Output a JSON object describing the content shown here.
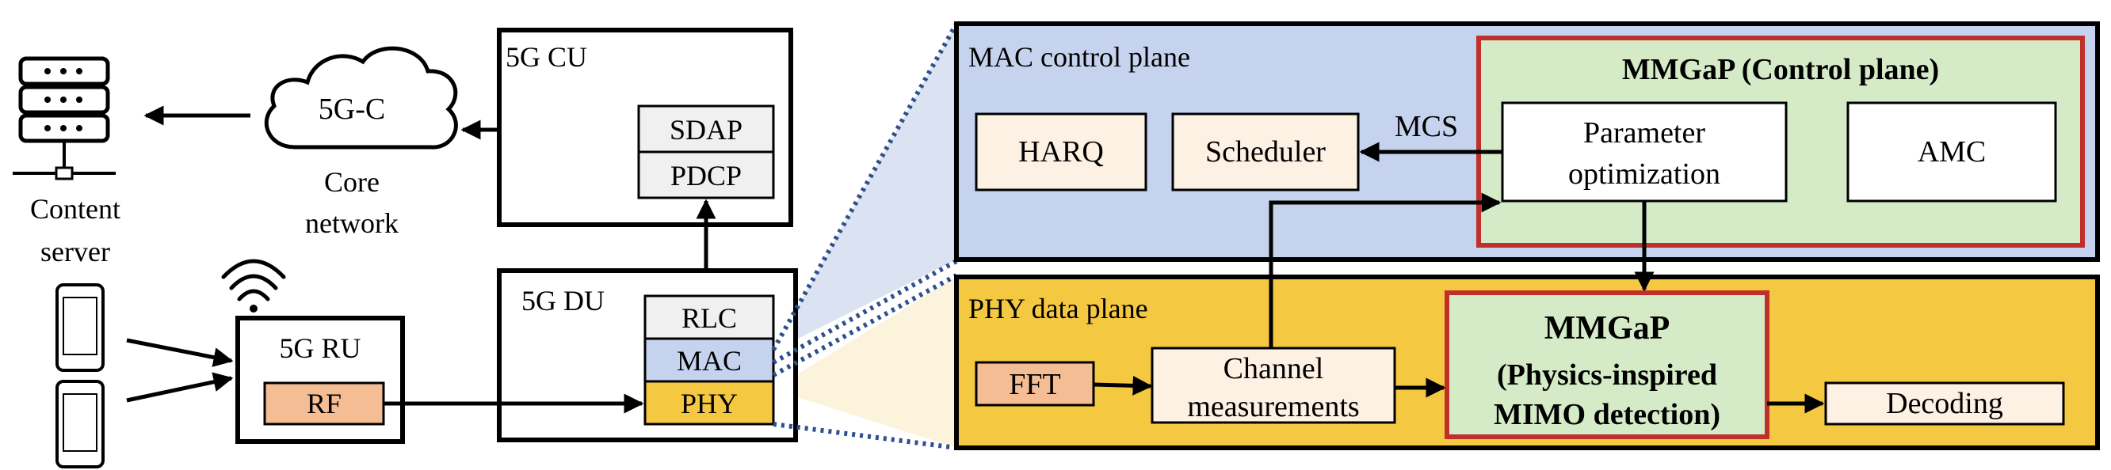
{
  "server": {
    "label_line1": "Content",
    "label_line2": "server",
    "icon": "server-rack-icon"
  },
  "core": {
    "cloud_label": "5G-C",
    "label_line1": "Core",
    "label_line2": "network",
    "icon": "cloud-icon"
  },
  "ue": {
    "icon": "smartphone-icon"
  },
  "wireless": {
    "icon": "wireless-signal-icon"
  },
  "cu": {
    "title": "5G CU",
    "layers": [
      "SDAP",
      "PDCP"
    ]
  },
  "du": {
    "title": "5G DU",
    "layers": [
      "RLC",
      "MAC",
      "PHY"
    ]
  },
  "ru": {
    "title": "5G RU",
    "rf_label": "RF"
  },
  "mac_plane": {
    "title": "MAC control plane",
    "harq": "HARQ",
    "scheduler": "Scheduler",
    "mcs": "MCS",
    "mmgap_control": {
      "title": "MMGaP (Control plane)",
      "param_opt_line1": "Parameter",
      "param_opt_line2": "optimization",
      "amc": "AMC"
    }
  },
  "phy_plane": {
    "title": "PHY data plane",
    "fft": "FFT",
    "channel_line1": "Channel",
    "channel_line2": "measurements",
    "mmgap_title": "MMGaP",
    "mmgap_line2": "(Physics-inspired",
    "mmgap_line3": "MIMO detection)",
    "decoding": "Decoding"
  },
  "colors": {
    "mac_plane_bg": "#c5d3ef",
    "phy_plane_bg": "#f5c842",
    "mac_layer_bg": "#c5d3ef",
    "phy_layer_bg": "#f5c842",
    "rf_bg": "#f5bd94",
    "light_box_bg": "#fdf1e4",
    "mmgap_bg": "#d5ebc8",
    "mmgap_border": "#c0302b",
    "gray_box_bg": "#f0f0f0",
    "dotted_blue": "#2f4f8f"
  }
}
